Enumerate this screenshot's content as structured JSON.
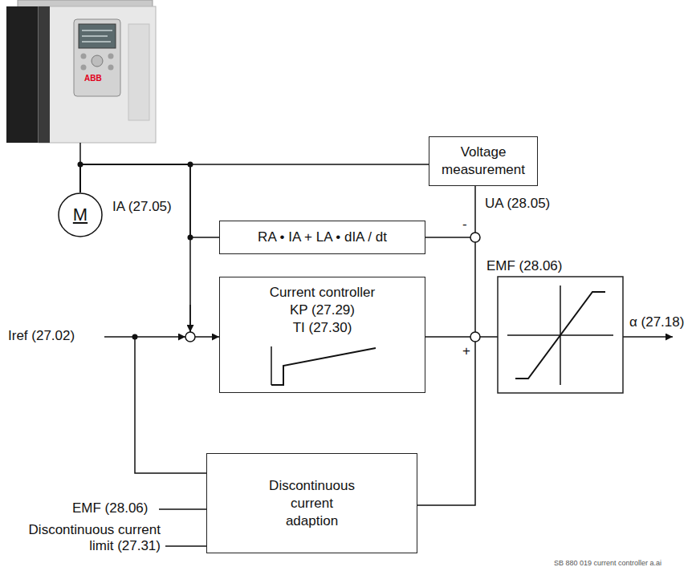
{
  "diagram": {
    "nodes": [
      {
        "text": [
          "Voltage measurement"
        ]
      },
      {
        "text": [
          "M"
        ]
      },
      {
        "text": [
          "RA • IA + LA • dIA / dt"
        ]
      },
      {
        "text": [
          "Current controller",
          "KP (27.29)",
          "TI (27.30)"
        ]
      },
      {
        "text": [
          "Discontinuous current adaption"
        ]
      }
    ],
    "edges": [
      {
        "from": 1,
        "to": 0,
        "arrow": "none"
      },
      {
        "from": 1,
        "to": 2,
        "arrow": "none"
      },
      {
        "from": 1,
        "to": 3,
        "arrow": "to"
      }
    ],
    "labels": [
      "IA (27.05)",
      "UA (28.05)",
      "-",
      "EMF (28.06)",
      "α (27.18)",
      "Iref (27.02)",
      "+",
      "EMF (28.06)",
      "Discontinuous current limit (27.31)",
      "SB 880 019 current controller a.ai",
      "ABB"
    ]
  }
}
